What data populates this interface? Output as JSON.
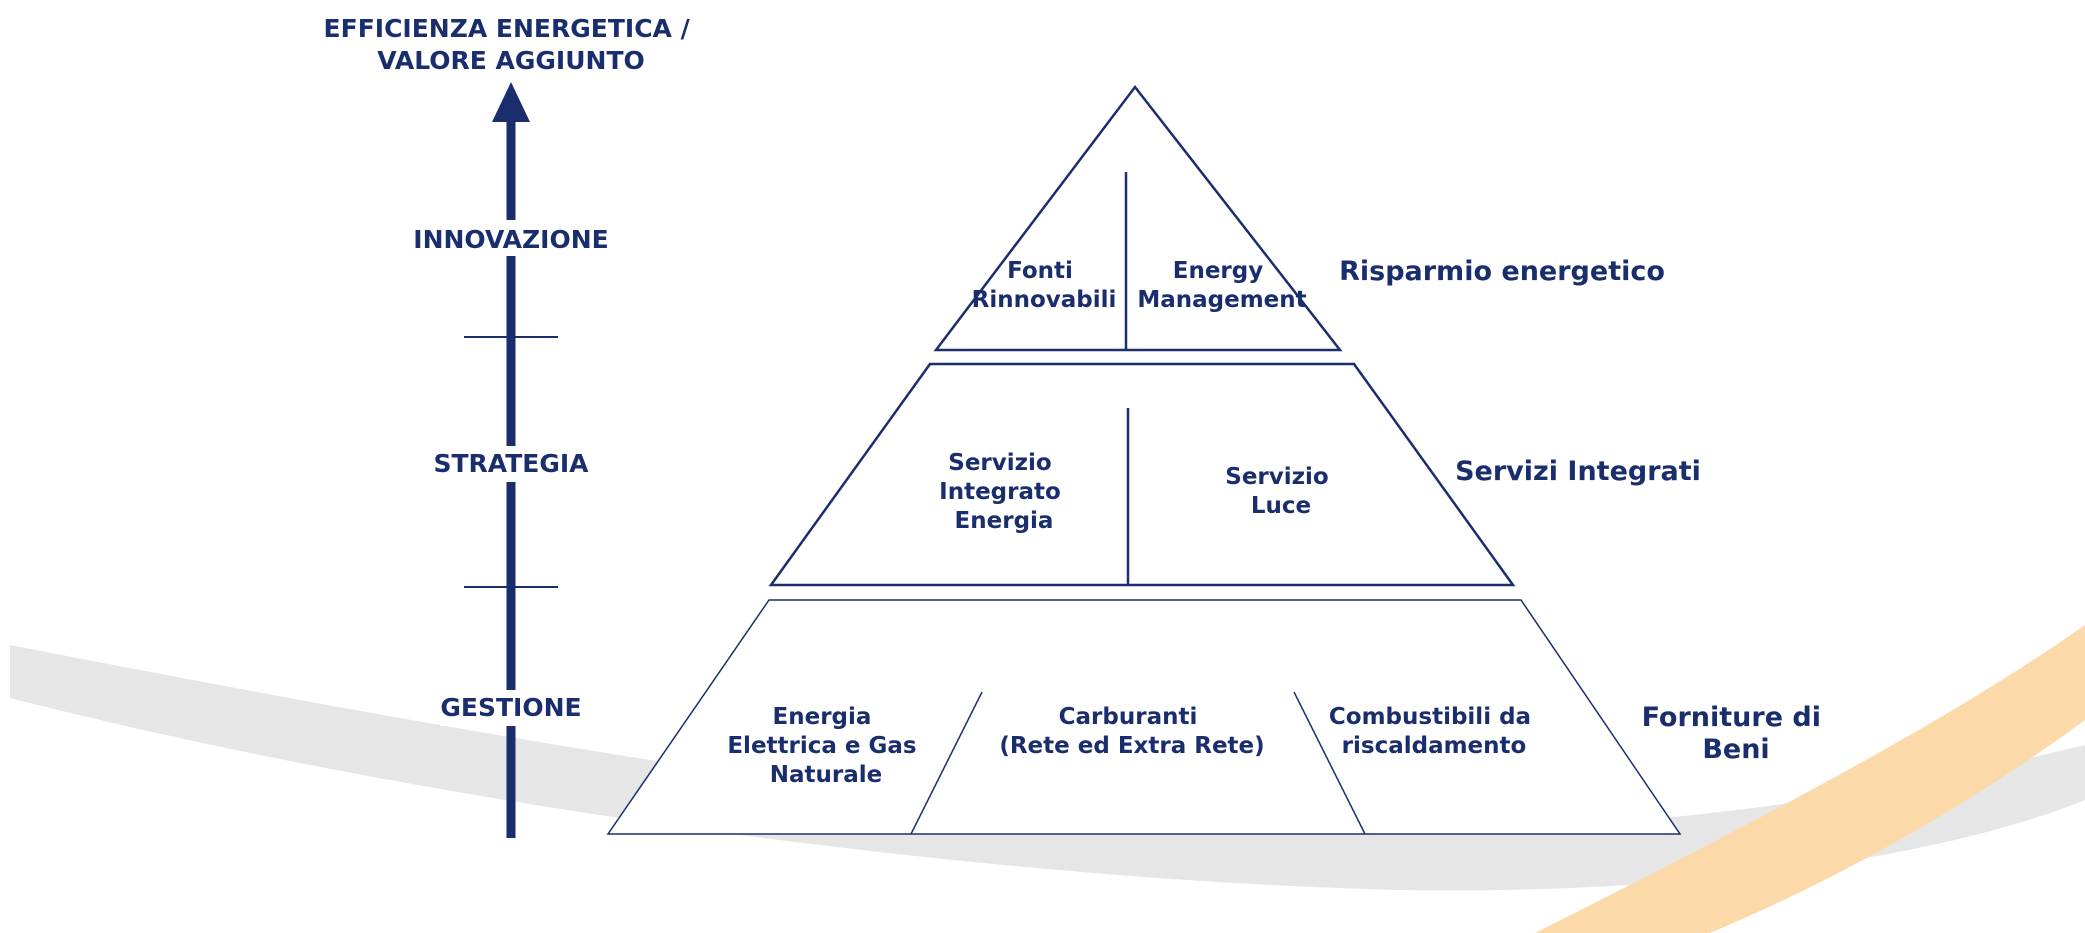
{
  "colors": {
    "primary": "#1a2e6e",
    "swoosh_gray": "#e6e6e6",
    "swoosh_orange": "#fcd9a8",
    "background": "#ffffff"
  },
  "axis": {
    "title_line1": "EFFICIENZA ENERGETICA /",
    "title_line2": "VALORE AGGIUNTO",
    "levels": [
      {
        "label": "INNOVAZIONE"
      },
      {
        "label": "STRATEGIA"
      },
      {
        "label": "GESTIONE"
      }
    ]
  },
  "pyramid": {
    "top": {
      "cells": [
        {
          "lines": [
            "Fonti",
            "Rinnovabili"
          ]
        },
        {
          "lines": [
            "Energy",
            "Management"
          ]
        }
      ],
      "side_label": [
        "Risparmio energetico"
      ]
    },
    "middle": {
      "cells": [
        {
          "lines": [
            "Servizio",
            "Integrato",
            "Energia"
          ]
        },
        {
          "lines": [
            "Servizio",
            "Luce"
          ]
        }
      ],
      "side_label": [
        "Servizi Integrati"
      ]
    },
    "bottom": {
      "cells": [
        {
          "lines": [
            "Energia",
            "Elettrica e Gas",
            "Naturale"
          ]
        },
        {
          "lines": [
            "Carburanti",
            "(Rete ed Extra Rete)"
          ]
        },
        {
          "lines": [
            "Combustibili da",
            "riscaldamento"
          ]
        }
      ],
      "side_label": [
        "Forniture di",
        "Beni"
      ]
    }
  }
}
